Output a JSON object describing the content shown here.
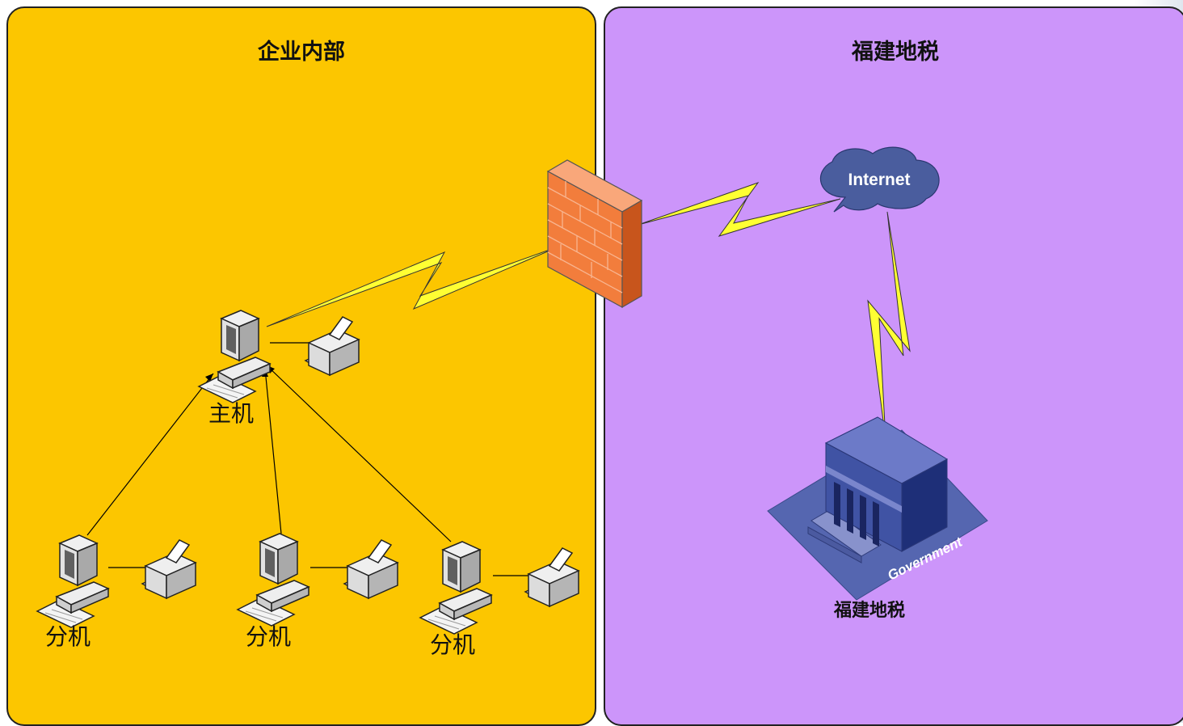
{
  "panels": {
    "left_title": "企业内部",
    "right_title": "福建地税"
  },
  "nodes": {
    "host_label": "主机",
    "branch_labels": [
      "分机",
      "分机",
      "分机"
    ],
    "cloud_label": "Internet",
    "government_sign": "Government",
    "government_label": "福建地税"
  },
  "colors": {
    "left_panel": "#fcc600",
    "right_panel": "#cc95fa",
    "lightning": "#ffff33",
    "firewall": "#f27d3c",
    "cloud": "#4a5d9e",
    "building": "#3b4e96"
  }
}
